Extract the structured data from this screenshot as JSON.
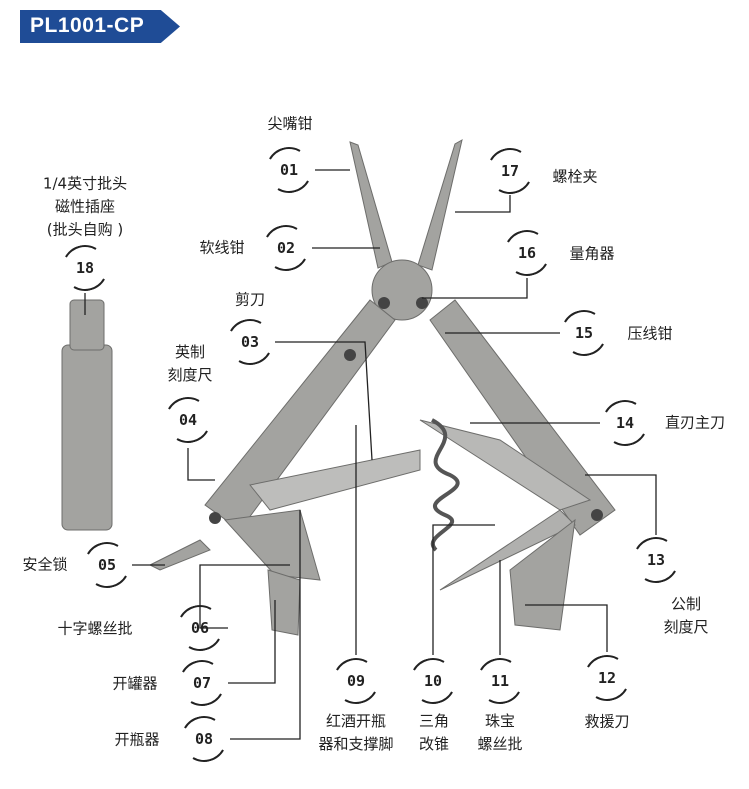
{
  "title": "PL1001-CP",
  "parts": [
    {
      "num": "01",
      "label": "尖嘴钳"
    },
    {
      "num": "02",
      "label": "软线钳"
    },
    {
      "num": "03",
      "label": "剪刀"
    },
    {
      "num": "04",
      "label": "英制",
      "label2": "刻度尺"
    },
    {
      "num": "05",
      "label": "安全锁"
    },
    {
      "num": "06",
      "label": "十字螺丝批"
    },
    {
      "num": "07",
      "label": "开罐器"
    },
    {
      "num": "08",
      "label": "开瓶器"
    },
    {
      "num": "09",
      "label": "红酒开瓶",
      "label2": "器和支撑脚"
    },
    {
      "num": "10",
      "label": "三角",
      "label2": "改锥"
    },
    {
      "num": "11",
      "label": "珠宝",
      "label2": "螺丝批"
    },
    {
      "num": "12",
      "label": "救援刀"
    },
    {
      "num": "13",
      "label": "公制",
      "label2": "刻度尺"
    },
    {
      "num": "14",
      "label": "直刃主刀"
    },
    {
      "num": "15",
      "label": "压线钳"
    },
    {
      "num": "16",
      "label": "量角器"
    },
    {
      "num": "17",
      "label": "螺栓夹"
    },
    {
      "num": "18",
      "label": "1/4英寸批头",
      "label2": "磁性插座",
      "label3": "(批头自购 )"
    }
  ],
  "colors": {
    "banner": "#1f4c96",
    "tool": "#9a9a98"
  }
}
